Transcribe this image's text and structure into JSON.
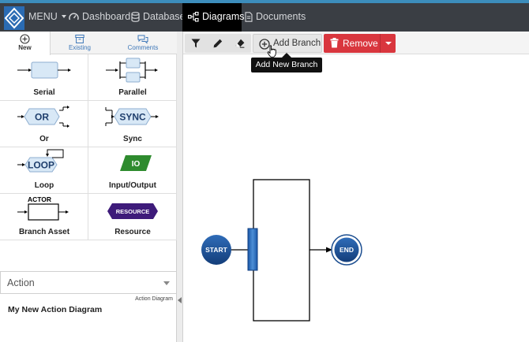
{
  "nav": {
    "menu_label": "MENU",
    "items": [
      {
        "label": "Dashboard",
        "icon": "speedometer-icon"
      },
      {
        "label": "Database",
        "icon": "database-icon"
      },
      {
        "label": "Diagrams",
        "icon": "diagram-icon",
        "active": true
      },
      {
        "label": "Documents",
        "icon": "document-icon"
      }
    ]
  },
  "panel": {
    "tabs": [
      {
        "label": "New",
        "icon": "plus-circle-icon",
        "active": true
      },
      {
        "label": "Existing",
        "icon": "archive-icon"
      },
      {
        "label": "Comments",
        "icon": "comments-icon"
      }
    ],
    "palette": [
      {
        "label": "Serial"
      },
      {
        "label": "Parallel"
      },
      {
        "label": "Or",
        "shape_text": "OR"
      },
      {
        "label": "Sync",
        "shape_text": "SYNC"
      },
      {
        "label": "Loop",
        "shape_text": "LOOP"
      },
      {
        "label": "Input/Output",
        "shape_text": "IO"
      },
      {
        "label": "Branch Asset",
        "shape_text": "ACTOR"
      },
      {
        "label": "Resource",
        "shape_text": "RESOURCE"
      }
    ],
    "diagram_select": {
      "value": "Action"
    },
    "diagram_type": "Action Diagram",
    "diagram_name": "My New Action Diagram"
  },
  "toolbar": {
    "add_branch_label": "Add Branch",
    "remove_label": "Remove",
    "tooltip": "Add New Branch"
  },
  "canvas": {
    "start_label": "START",
    "end_label": "END"
  },
  "colors": {
    "topbar": "#3a3e44",
    "accent_blue": "#2a6bb3",
    "remove_red": "#d9363e",
    "node_blue": "#1d4f91",
    "io_green": "#2e8b2e",
    "resource_purple": "#3e1b7a"
  }
}
